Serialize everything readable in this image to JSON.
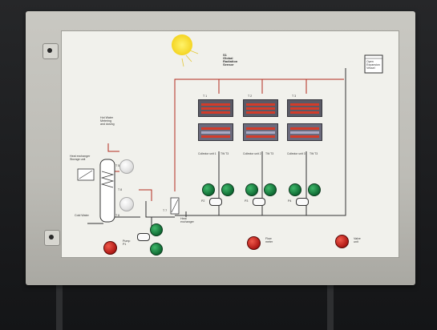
{
  "scene": {
    "description_type": "photo",
    "panel_colors": {
      "cabinet": "#c4c3bd",
      "board": "#f1f1ec",
      "pipe_hot": "#b22a1e",
      "pipe_cold": "#333333",
      "display_red": "#d23c2a",
      "button_green": "#1b8c46",
      "button_red": "#c0201a"
    }
  },
  "labels": {
    "solar_sensor": "S1\nGlobal\nRadiation\nSensor",
    "open_tank": "Open\nExpansion\nVessel",
    "hot_water": "Hot Water\nMetering\nand dosing",
    "heat_exchanger_storage": "Heat exchanger\nStorage unit",
    "cold_water": "Cold Water",
    "heat_exchanger_2": "Heat\nexchanger",
    "pump_main": "Pump\nP1",
    "flow_meter": "Flow\nmeter",
    "valve_panel": "Valve\nunit",
    "t_labels": {
      "t5": "T 5",
      "t6": "T 6",
      "t7": "T 7",
      "t8": "T 8"
    }
  },
  "collectors": [
    {
      "tag": "T 1",
      "label": "Collector\nunit 1",
      "foot": "TW\nT3"
    },
    {
      "tag": "T 2",
      "label": "Collector\nunit 2",
      "foot": "TW\nT3"
    },
    {
      "tag": "T 3",
      "label": "Collector\nunit 3",
      "foot": "TW\nT3"
    }
  ],
  "pump_tags": [
    "P2",
    "P3",
    "P4"
  ]
}
